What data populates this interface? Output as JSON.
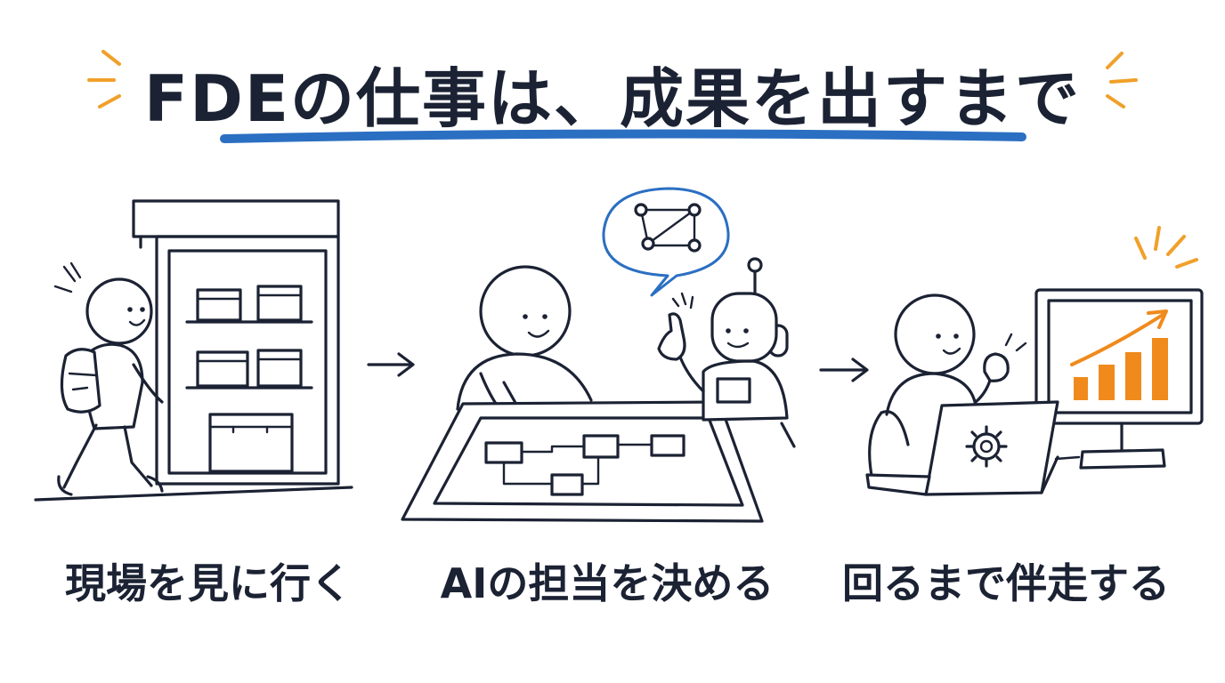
{
  "title": "FDEの仕事は、成果を出すまで",
  "steps": [
    {
      "label": "現場を見に行く"
    },
    {
      "label": "AIの担当を決める"
    },
    {
      "label": "回るまで伴走する"
    }
  ],
  "colors": {
    "ink": "#1b2233",
    "accent_blue": "#2b6fc2",
    "accent_orange": "#f0a02a",
    "bar_orange": "#f08a1c"
  },
  "icons": [
    "person-walking-icon",
    "backpack-icon",
    "warehouse-shelf-icon",
    "arrow-right-icon",
    "person-drawing-icon",
    "flowchart-icon",
    "robot-icon",
    "speech-bubble-icon",
    "network-icon",
    "laptop-icon",
    "gear-icon",
    "monitor-icon",
    "bar-chart-icon",
    "trend-arrow-icon"
  ]
}
